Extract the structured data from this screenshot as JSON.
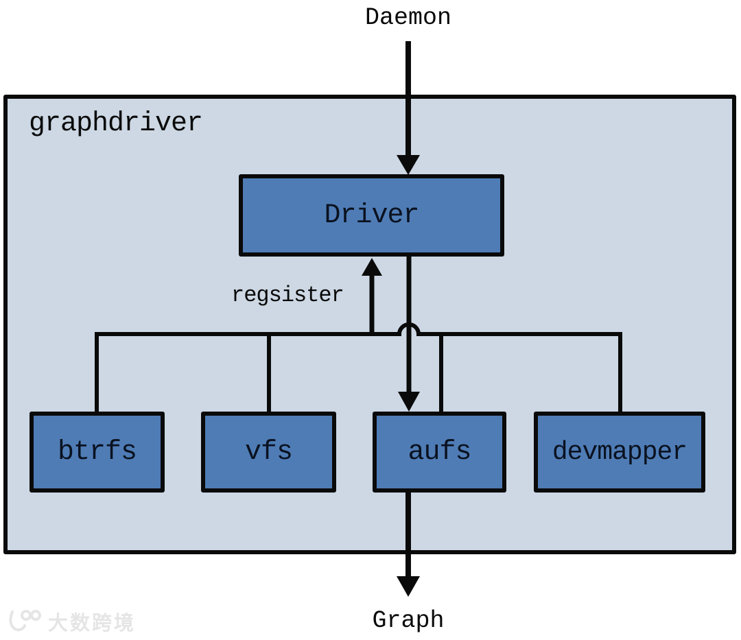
{
  "diagram": {
    "title_top": "Daemon",
    "container": {
      "label": "graphdriver"
    },
    "nodes": {
      "driver": "Driver",
      "drivers": [
        "btrfs",
        "vfs",
        "aufs",
        "devmapper"
      ]
    },
    "edge_labels": {
      "register": "regsister"
    },
    "title_bottom": "Graph",
    "colors": {
      "container_fill": "#cdd8e4",
      "node_fill": "#4f7cb5",
      "line": "#0a0a0a",
      "background": "#ffffff"
    }
  },
  "watermark": {
    "text": "大数跨境"
  }
}
